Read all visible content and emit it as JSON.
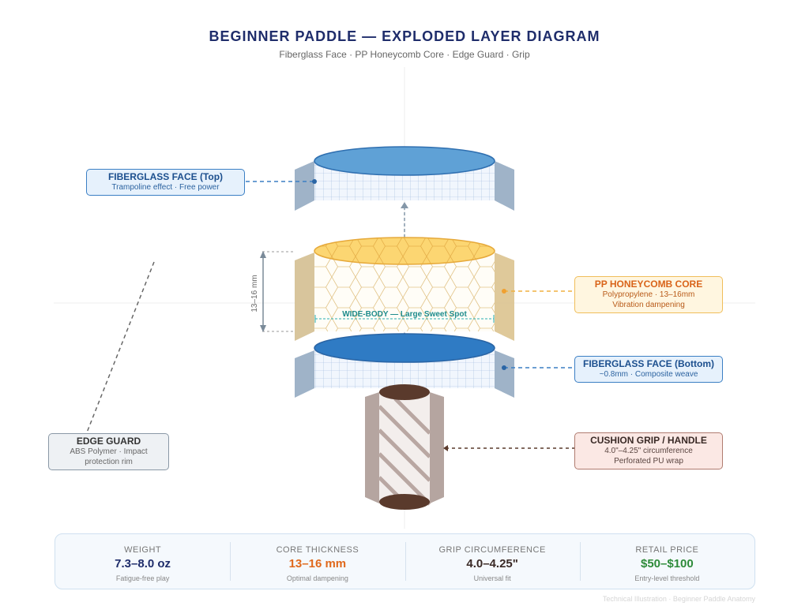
{
  "title": "BEGINNER PADDLE — EXPLODED LAYER DIAGRAM",
  "subtitle": "Fiberglass Face · PP Honeycomb Core · Edge Guard · Grip",
  "dimension_label": "13–16 mm",
  "sweet_spot_label": "WIDE-BODY — Large Sweet Spot",
  "callouts": {
    "face_top": {
      "title": "FIBERGLASS FACE (Top)",
      "sub": "Trampoline effect · Free power"
    },
    "core": {
      "title": "PP HONEYCOMB CORE",
      "sub1": "Polypropylene · 13–16mm",
      "sub2": "Vibration dampening"
    },
    "face_bottom": {
      "title": "FIBERGLASS FACE (Bottom)",
      "sub": "~0.8mm · Composite weave"
    },
    "edge": {
      "title": "EDGE GUARD",
      "sub1": "ABS Polymer · Impact",
      "sub2": "protection rim"
    },
    "grip": {
      "title": "CUSHION GRIP / HANDLE",
      "sub1": "4.0\"–4.25\" circumference",
      "sub2": "Perforated PU wrap"
    }
  },
  "stats": [
    {
      "label": "WEIGHT",
      "value": "7.3–8.0 oz",
      "note": "Fatigue-free play",
      "color": "#1f2d6b"
    },
    {
      "label": "CORE THICKNESS",
      "value": "13–16 mm",
      "note": "Optimal dampening",
      "color": "#e0691c"
    },
    {
      "label": "GRIP CIRCUMFERENCE",
      "value": "4.0–4.25\"",
      "note": "Universal fit",
      "color": "#3a2a26"
    },
    {
      "label": "RETAIL PRICE",
      "value": "$50–$100",
      "note": "Entry-level threshold",
      "color": "#2e8b3a"
    }
  ],
  "footer": "Technical Illustration · Beginner Paddle Anatomy"
}
